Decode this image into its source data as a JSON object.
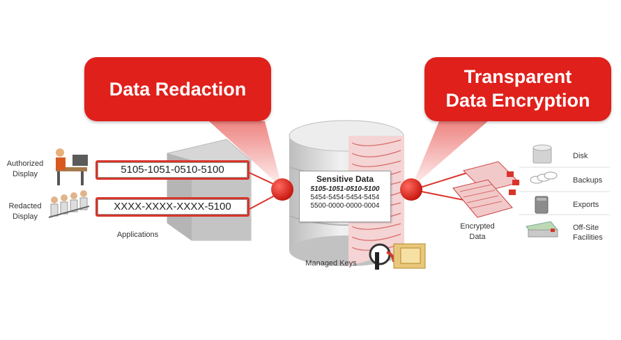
{
  "callouts": {
    "redaction": "Data Redaction",
    "tde_line1": "Transparent",
    "tde_line2": "Data Encryption"
  },
  "left": {
    "authorized_label": [
      "Authorized",
      "Display"
    ],
    "redacted_label": [
      "Redacted",
      "Display"
    ],
    "authorized_value": "5105-1051-0510-5100",
    "redacted_value": "XXXX-XXXX-XXXX-5100",
    "applications_label": "Applications"
  },
  "center": {
    "title": "Sensitive Data",
    "lines": [
      "5105-1051-0510-5100",
      "5454-5454-5454-5454",
      "5500-0000-0000-0004"
    ],
    "managed_keys_label": "Managed Keys"
  },
  "right": {
    "encrypted_label": [
      "Encrypted",
      "Data"
    ],
    "items": [
      {
        "label": "Disk",
        "icon": "disk-icon"
      },
      {
        "label": "Backups",
        "icon": "backups-icon"
      },
      {
        "label": "Exports",
        "icon": "exports-icon"
      },
      {
        "label": "Off-Site",
        "label2": "Facilities",
        "icon": "offsite-facilities-icon"
      }
    ]
  },
  "colors": {
    "accent_red": "#e0201b",
    "gray": "#cfcfcf"
  }
}
